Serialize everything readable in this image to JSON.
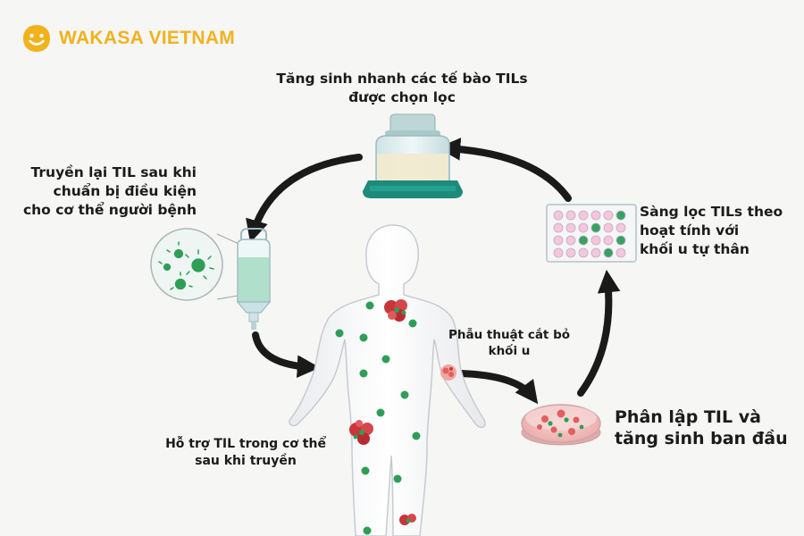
{
  "brand": {
    "name": "WAKASA VIETNAM",
    "color": "#f2b21b"
  },
  "steps": {
    "expansion": {
      "line1": "Tăng sinh nhanh các tế bào TILs",
      "line2": "được chọn lọc"
    },
    "reinfusion": {
      "line1": "Truyền lại TIL sau khi",
      "line2": "chuẩn bị điều kiện",
      "line3": "cho cơ thể người bệnh"
    },
    "screening": {
      "line1": "Sàng lọc TILs theo",
      "line2": "hoạt tính với",
      "line3": "khối u tự thân"
    },
    "surgery": {
      "line1": "Phẫu thuật cắt bỏ",
      "line2": "khối u"
    },
    "isolation": {
      "line1": "Phân lập TIL và",
      "line2": "tăng sinh ban đầu"
    },
    "support": {
      "line1": "Hỗ trợ TIL trong cơ thể",
      "line2": "sau khi truyền"
    }
  },
  "colors": {
    "til_cell": "#2e9e57",
    "tumor": "#c9353a",
    "arrow": "#1a1a1a"
  }
}
